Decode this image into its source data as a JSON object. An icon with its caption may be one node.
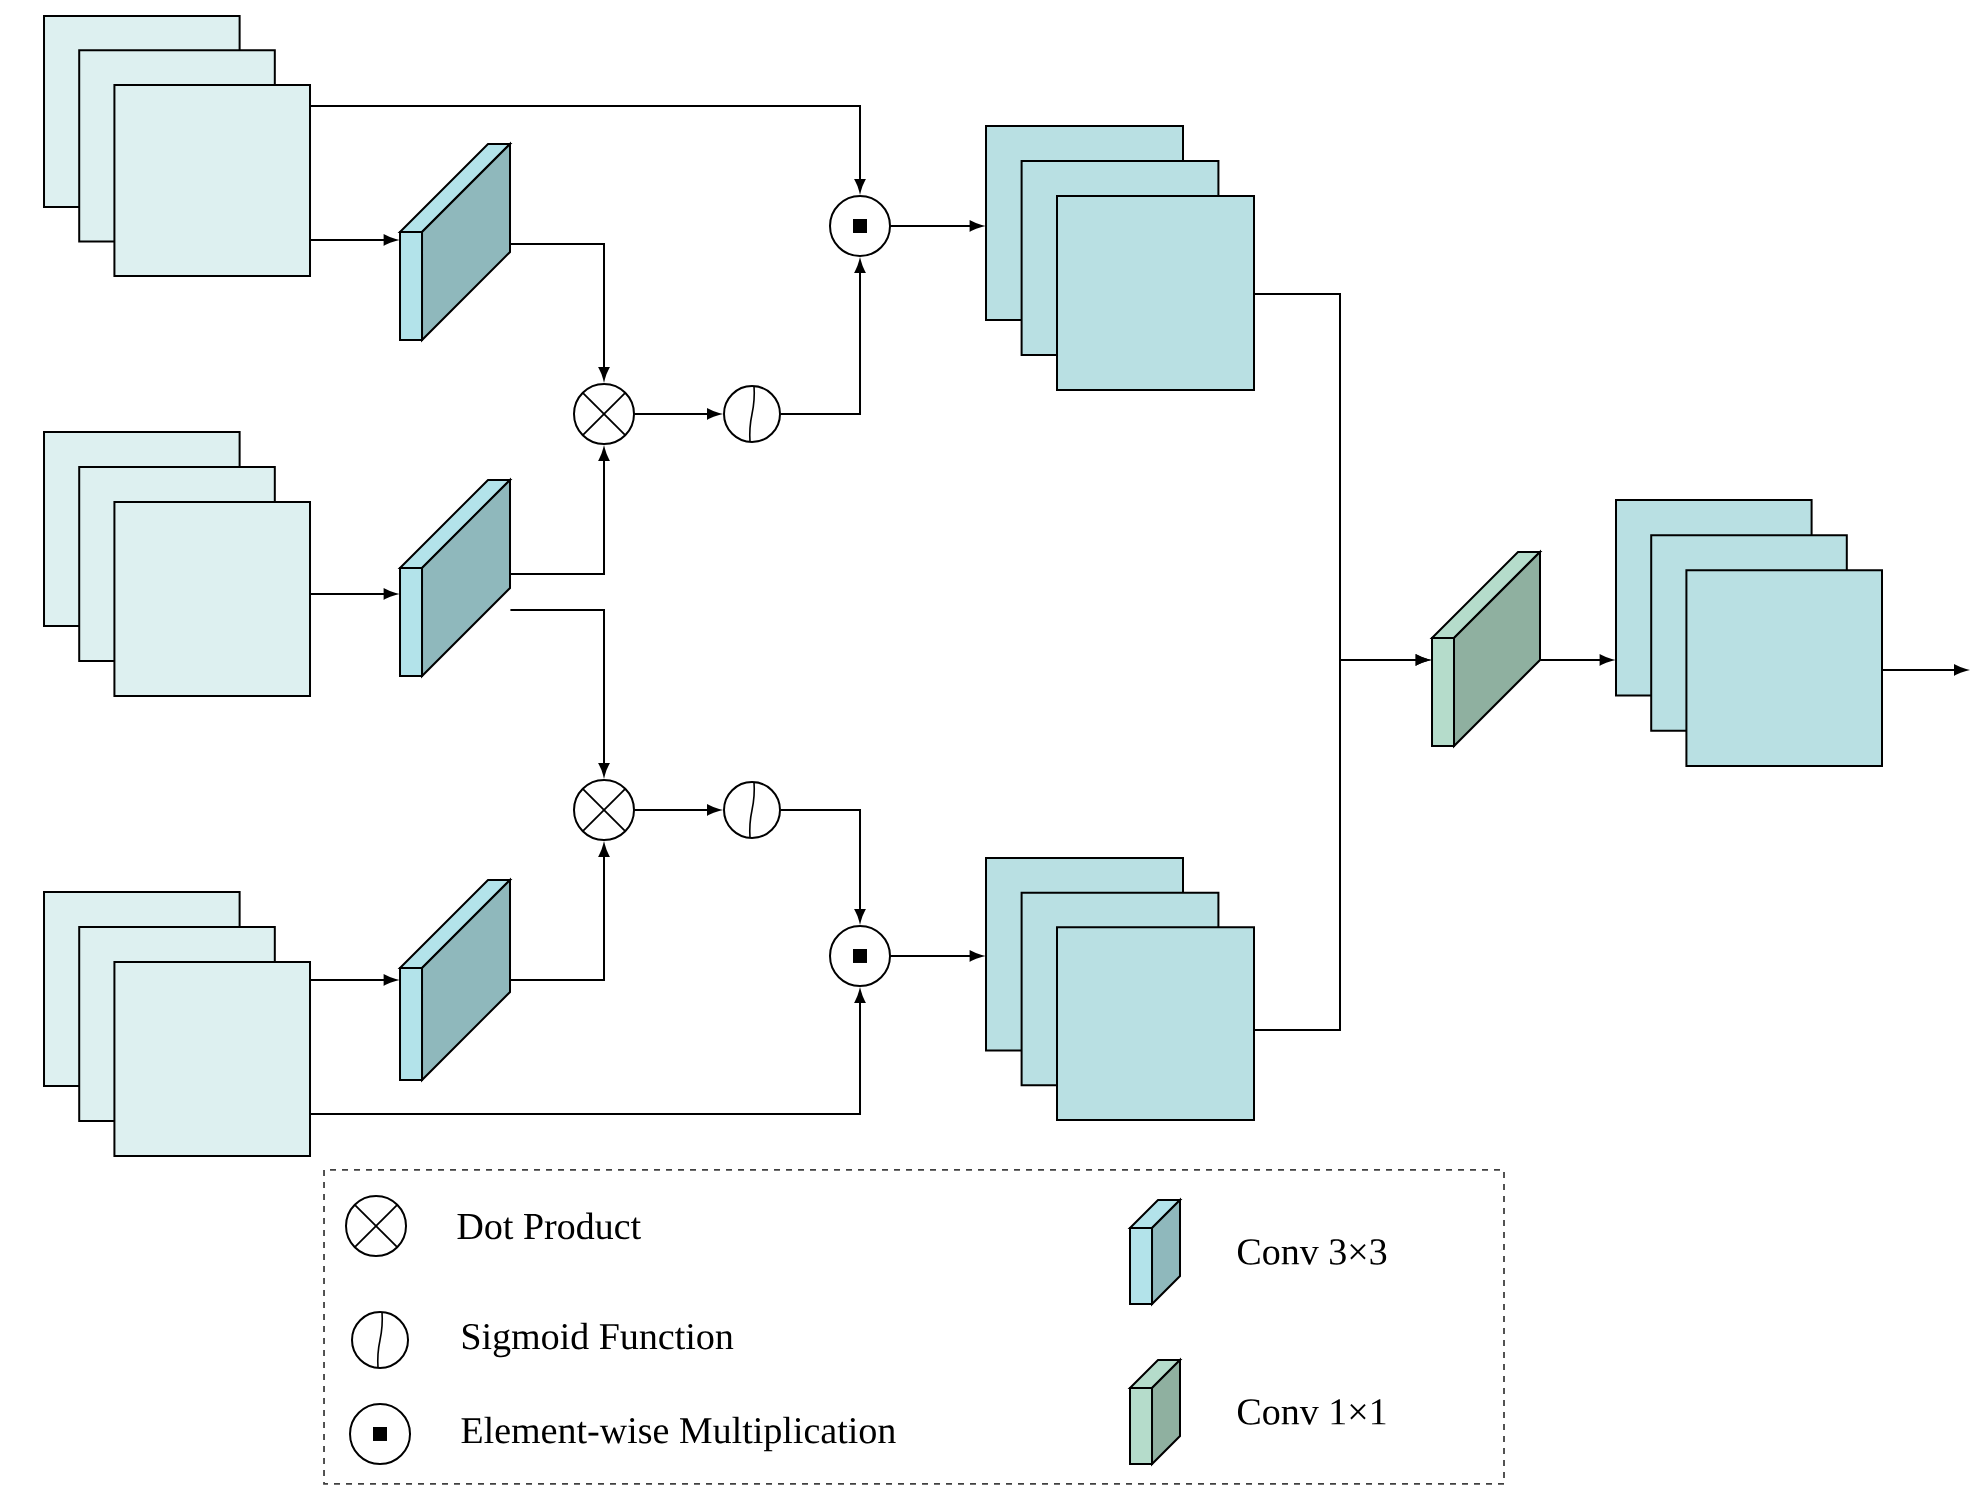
{
  "diagram": {
    "nodes": [
      {
        "text": [],
        "shape": "box"
      },
      {
        "text": [],
        "shape": "box"
      },
      {
        "text": [],
        "shape": "box"
      },
      {
        "text": [],
        "shape": "box"
      },
      {
        "text": [],
        "shape": "box"
      },
      {
        "text": [],
        "shape": "box"
      },
      {
        "text": [],
        "shape": "circle"
      },
      {
        "text": [],
        "shape": "circle"
      },
      {
        "text": [],
        "shape": "circle"
      },
      {
        "text": [],
        "shape": "circle"
      },
      {
        "text": [],
        "shape": "circle"
      },
      {
        "text": [],
        "shape": "circle"
      },
      {
        "text": [],
        "shape": "box"
      },
      {
        "text": [],
        "shape": "box"
      },
      {
        "text": [],
        "shape": "box"
      },
      {
        "text": [],
        "shape": "box"
      }
    ],
    "edges": [
      {
        "from": 0,
        "to": 8,
        "arrow": "to"
      },
      {
        "from": 0,
        "to": 3,
        "arrow": "to"
      },
      {
        "from": 3,
        "to": 6,
        "arrow": "to"
      },
      {
        "from": 4,
        "to": 6,
        "arrow": "to"
      },
      {
        "from": 6,
        "to": 7,
        "arrow": "to"
      },
      {
        "from": 7,
        "to": 8,
        "arrow": "to"
      },
      {
        "from": 8,
        "to": 12,
        "arrow": "to"
      },
      {
        "from": 1,
        "to": 4,
        "arrow": "to"
      },
      {
        "from": 4,
        "to": 9,
        "arrow": "to"
      },
      {
        "from": 5,
        "to": 9,
        "arrow": "to"
      },
      {
        "from": 9,
        "to": 10,
        "arrow": "to"
      },
      {
        "from": 10,
        "to": 11,
        "arrow": "to"
      },
      {
        "from": 2,
        "to": 5,
        "arrow": "to"
      },
      {
        "from": 2,
        "to": 11,
        "arrow": "to"
      },
      {
        "from": 11,
        "to": 13,
        "arrow": "to"
      },
      {
        "from": 12,
        "to": 14,
        "arrow": "to"
      },
      {
        "from": 13,
        "to": 14,
        "arrow": "to"
      },
      {
        "from": 14,
        "to": 15,
        "arrow": "to"
      },
      {
        "from": 15,
        "to": null,
        "arrow": "to"
      }
    ],
    "legend": [
      {
        "text": "Dot Product"
      },
      {
        "text": "Sigmoid Function"
      },
      {
        "text": "Element-wise Multiplication"
      },
      {
        "text": "Conv 3×3"
      },
      {
        "text": "Conv 1×1"
      }
    ]
  }
}
